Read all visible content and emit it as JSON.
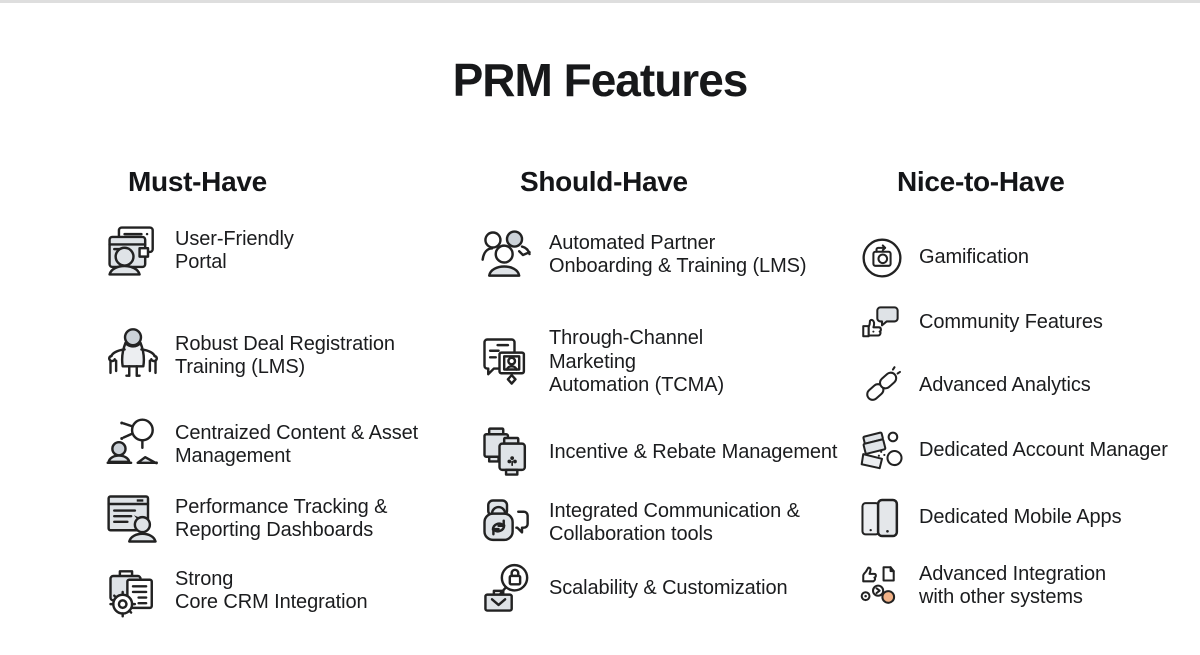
{
  "page": {
    "title": "PRM Features"
  },
  "colors": {
    "text": "#1b1c1e",
    "icon_stroke": "#222222",
    "icon_fill_gray": "#dfe3e7",
    "accent_orange": "#f2b287",
    "background": "#ffffff"
  },
  "columns": [
    {
      "header": "Must-Have",
      "items": [
        {
          "icon": "user-portal-icon",
          "label": "User-Friendly\nPortal"
        },
        {
          "icon": "deal-registration-icon",
          "label": "Robust Deal Registration\nTraining (LMS)"
        },
        {
          "icon": "content-asset-icon",
          "label": "Centraized Content & Asset\nManagement"
        },
        {
          "icon": "performance-tracking-icon",
          "label": "Performance Tracking &\nReporting Dashboards"
        },
        {
          "icon": "crm-integration-icon",
          "label": "Strong\nCore CRM Integration"
        }
      ]
    },
    {
      "header": "Should-Have",
      "items": [
        {
          "icon": "partner-onboarding-icon",
          "label": "Automated Partner\nOnboarding & Training (LMS)"
        },
        {
          "icon": "tcma-icon",
          "label": "Through-Channel\nMarketing\nAutomation (TCMA)"
        },
        {
          "icon": "incentive-rebate-icon",
          "label": "Incentive & Rebate Management"
        },
        {
          "icon": "communication-collab-icon",
          "label": "Integrated Communication &\nCollaboration tools"
        },
        {
          "icon": "scalability-icon",
          "label": "Scalability & Customization"
        }
      ]
    },
    {
      "header": "Nice-to-Have",
      "items": [
        {
          "icon": "gamification-icon",
          "label": "Gamification"
        },
        {
          "icon": "community-icon",
          "label": "Community Features"
        },
        {
          "icon": "analytics-icon",
          "label": "Advanced Analytics"
        },
        {
          "icon": "account-manager-icon",
          "label": "Dedicated Account Manager"
        },
        {
          "icon": "mobile-apps-icon",
          "label": "Dedicated Mobile Apps"
        },
        {
          "icon": "integration-icon",
          "label": "Advanced Integration\nwith other systems"
        }
      ]
    }
  ]
}
